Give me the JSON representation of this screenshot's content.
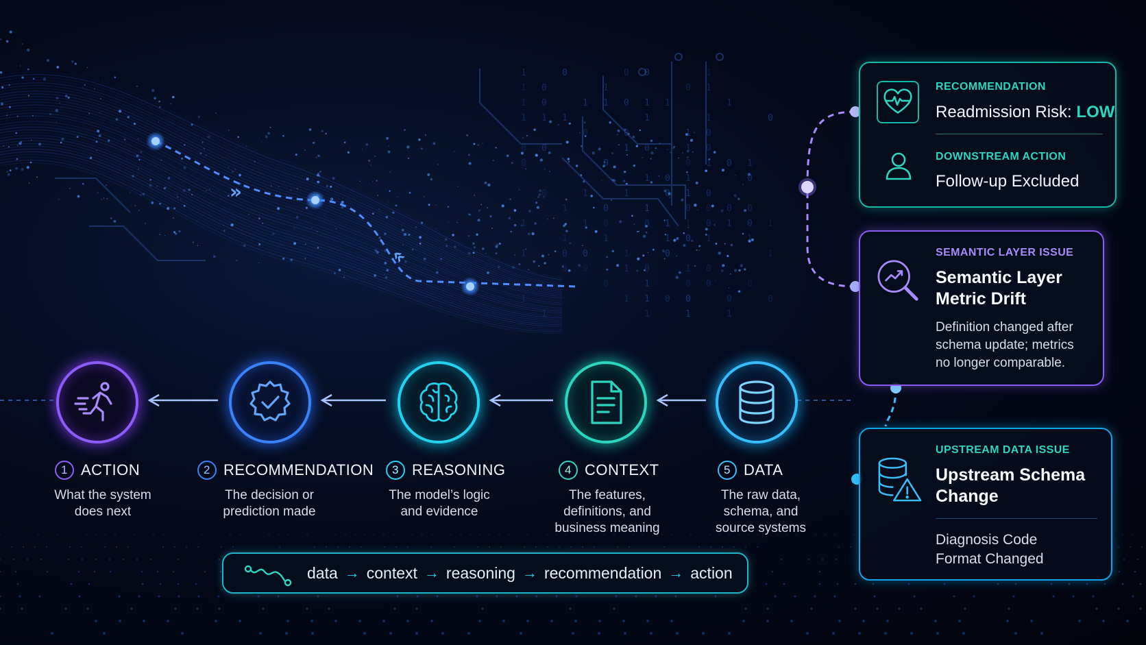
{
  "stages": [
    {
      "num": "1",
      "title": "ACTION",
      "desc": [
        "What the system",
        "does next"
      ],
      "icon": "running-person-icon"
    },
    {
      "num": "2",
      "title": "RECOMMENDATION",
      "desc": [
        "The decision or",
        "prediction made"
      ],
      "icon": "checkmark-badge-icon"
    },
    {
      "num": "3",
      "title": "REASONING",
      "desc": [
        "The model’s logic",
        "and evidence"
      ],
      "icon": "brain-icon"
    },
    {
      "num": "4",
      "title": "CONTEXT",
      "desc": [
        "The features,",
        "definitions, and",
        "business meaning"
      ],
      "icon": "document-icon"
    },
    {
      "num": "5",
      "title": "DATA",
      "desc": [
        "The raw data,",
        "schema, and",
        "source systems"
      ],
      "icon": "database-icon"
    }
  ],
  "flow": {
    "icon": "pipeline-icon",
    "steps": [
      "data",
      "context",
      "reasoning",
      "recommendation",
      "action"
    ],
    "arrow": "→"
  },
  "cards": {
    "recommendation": {
      "eyebrow": "RECOMMENDATION",
      "risk_label": "Readmission Risk:",
      "risk_value": "LOW",
      "icon": "heart-monitor-icon",
      "action_eyebrow": "DOWNSTREAM ACTION",
      "action_text": "Follow-up Excluded",
      "action_icon": "user-icon"
    },
    "semantic": {
      "eyebrow": "SEMANTIC LAYER ISSUE",
      "title_1": "Semantic Layer",
      "title_2": "Metric Drift",
      "body": [
        "Definition changed after",
        "schema update; metrics",
        "no longer comparable."
      ],
      "icon": "magnifier-trend-icon"
    },
    "upstream": {
      "eyebrow": "UPSTREAM DATA ISSUE",
      "title_1": "Upstream Schema",
      "title_2": "Change",
      "body": [
        "Diagnosis Code",
        "Format Changed"
      ],
      "icon": "database-warning-icon"
    }
  },
  "colors": {
    "action": "#8b5cf6",
    "recommendation": "#3b82f6",
    "reasoning": "#22d3ee",
    "context": "#2dd4bf",
    "data": "#38bdf8",
    "teal_accent": "#2dd4bf",
    "violet_accent": "#a78bfa"
  }
}
